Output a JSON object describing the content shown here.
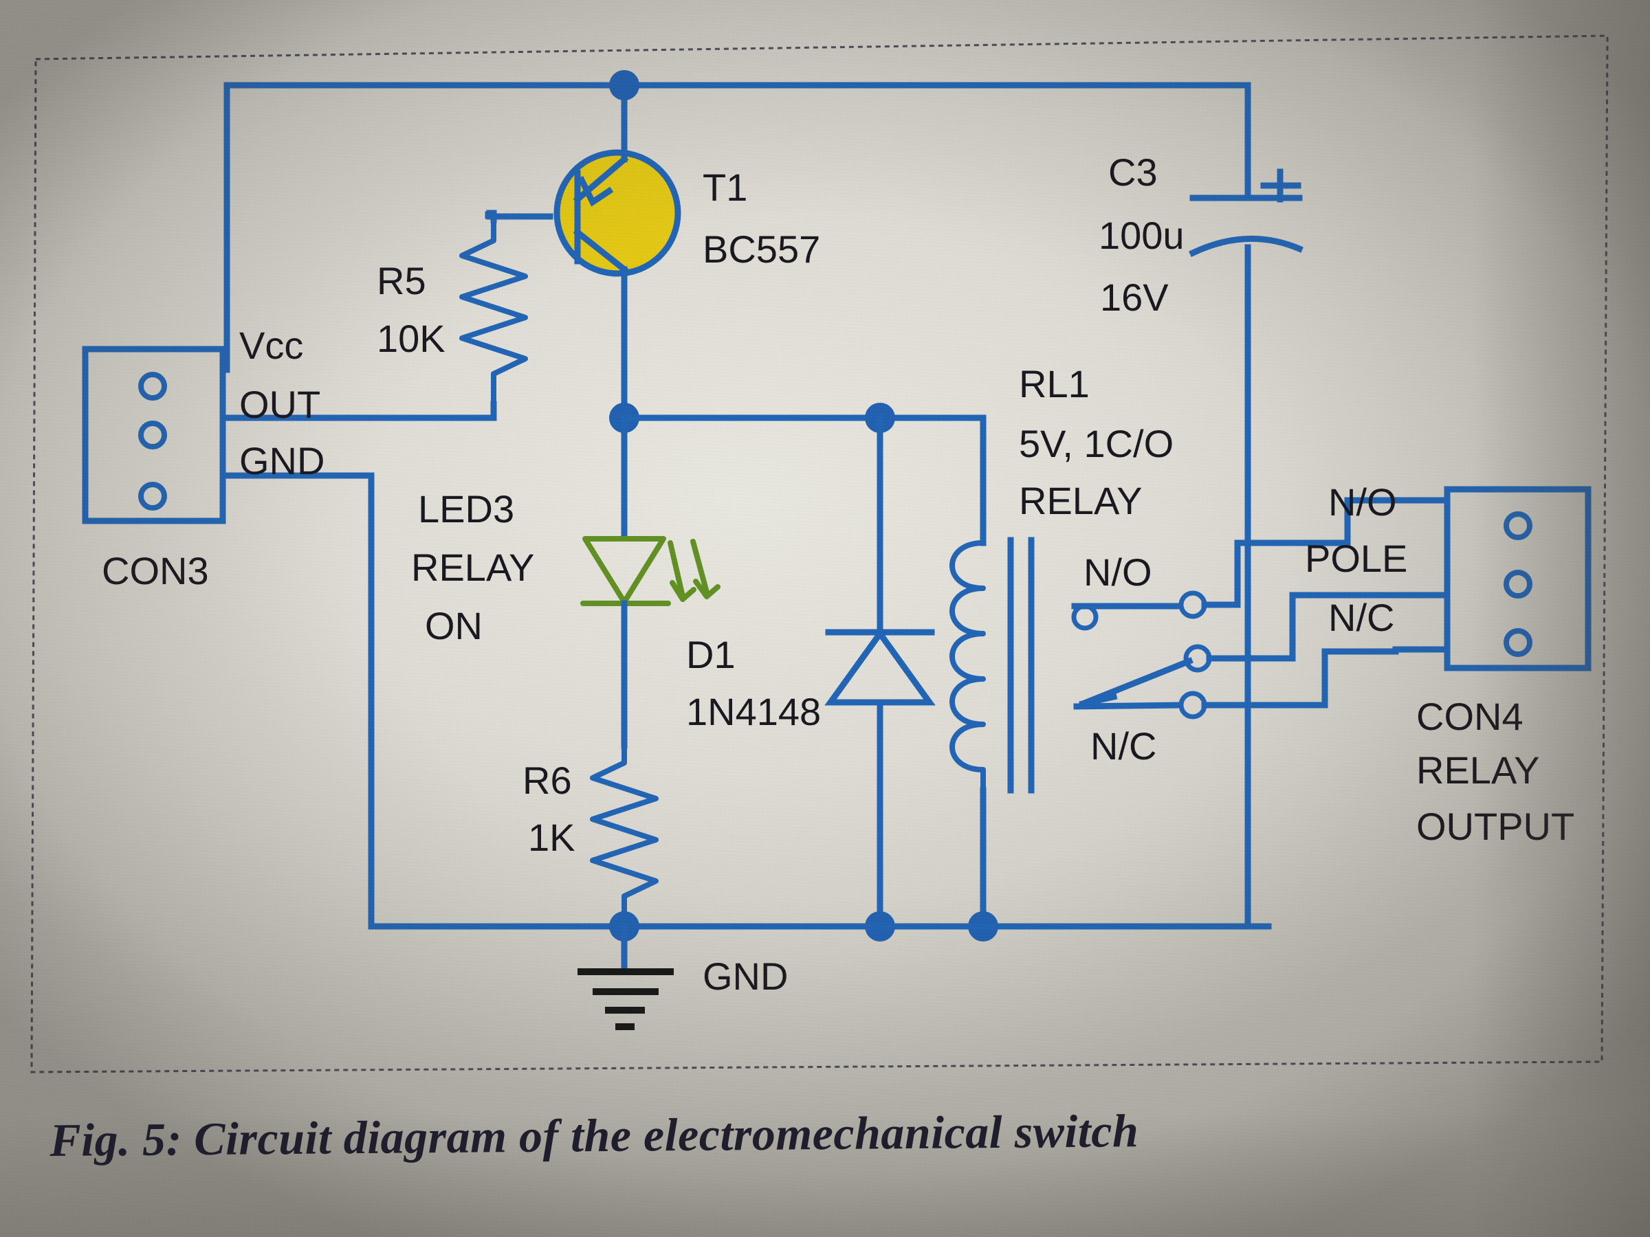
{
  "figure": {
    "caption": "Fig. 5: Circuit diagram of the electromechanical switch",
    "type": "schematic",
    "title": "Circuit diagram of the electromechanical switch"
  },
  "colors": {
    "wire": "#1f63b4",
    "led": "#5f8f21",
    "transistor_fill": "#e3c712",
    "text": "#17151c",
    "paper": "#dedcd4",
    "frame": "#4a4a58"
  },
  "connectors": {
    "con3": {
      "ref": "CON3",
      "pins": [
        "Vcc",
        "OUT",
        "GND"
      ],
      "pin_count": 3
    },
    "con4": {
      "ref": "CON4",
      "description_line1": "RELAY",
      "description_line2": "OUTPUT",
      "pins": [
        "N/O",
        "POLE",
        "N/C"
      ],
      "pin_count": 3
    }
  },
  "components": [
    {
      "ref": "R5",
      "value": "10K",
      "type": "resistor"
    },
    {
      "ref": "R6",
      "value": "1K",
      "type": "resistor"
    },
    {
      "ref": "T1",
      "value": "BC557",
      "type": "transistor-pnp"
    },
    {
      "ref": "D1",
      "value": "1N4148",
      "type": "diode"
    },
    {
      "ref": "C3",
      "value_line1": "100u",
      "value_line2": "16V",
      "type": "capacitor-polarized",
      "polarity_mark": "+"
    },
    {
      "ref": "LED3",
      "label_line1": "RELAY",
      "label_line2": "ON",
      "type": "led"
    },
    {
      "ref": "RL1",
      "spec_line1": "5V, 1C/O",
      "spec_line2": "RELAY",
      "type": "relay",
      "contacts": [
        "N/O",
        "N/C"
      ]
    }
  ],
  "labels": {
    "r5_ref": "R5",
    "r5_val": "10K",
    "r6_ref": "R6",
    "r6_val": "1K",
    "t1_ref": "T1",
    "t1_val": "BC557",
    "d1_ref": "D1",
    "d1_val": "1N4148",
    "c3_ref": "C3",
    "c3_val1": "100u",
    "c3_val2": "16V",
    "c3_plus": "+",
    "led3_ref": "LED3",
    "led3_l1": "RELAY",
    "led3_l2": "ON",
    "rl1_ref": "RL1",
    "rl1_l1": "5V, 1C/O",
    "rl1_l2": "RELAY",
    "relay_no": "N/O",
    "relay_nc": "N/C",
    "out_no": "N/O",
    "out_pole": "POLE",
    "out_nc": "N/C",
    "con3_ref": "CON3",
    "con3_vcc": "Vcc",
    "con3_out": "OUT",
    "con3_gnd": "GND",
    "con4_ref": "CON4",
    "con4_l1": "RELAY",
    "con4_l2": "OUTPUT",
    "gnd_rail": "GND"
  }
}
